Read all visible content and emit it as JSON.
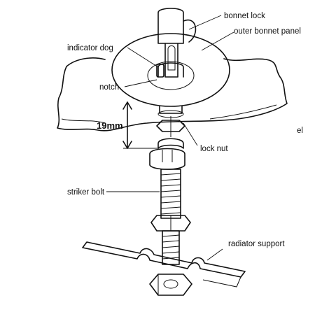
{
  "labels": {
    "bonnet_lock": "bonnet lock",
    "outer_bonnet_panel": "outer bonnet panel",
    "indicator_dog": "indicator dog",
    "notch": "notch",
    "dimension": "19mm",
    "lock_nut": "lock nut",
    "striker_bolt": "striker bolt",
    "radiator_support": "radiator support",
    "fragment": "el"
  }
}
